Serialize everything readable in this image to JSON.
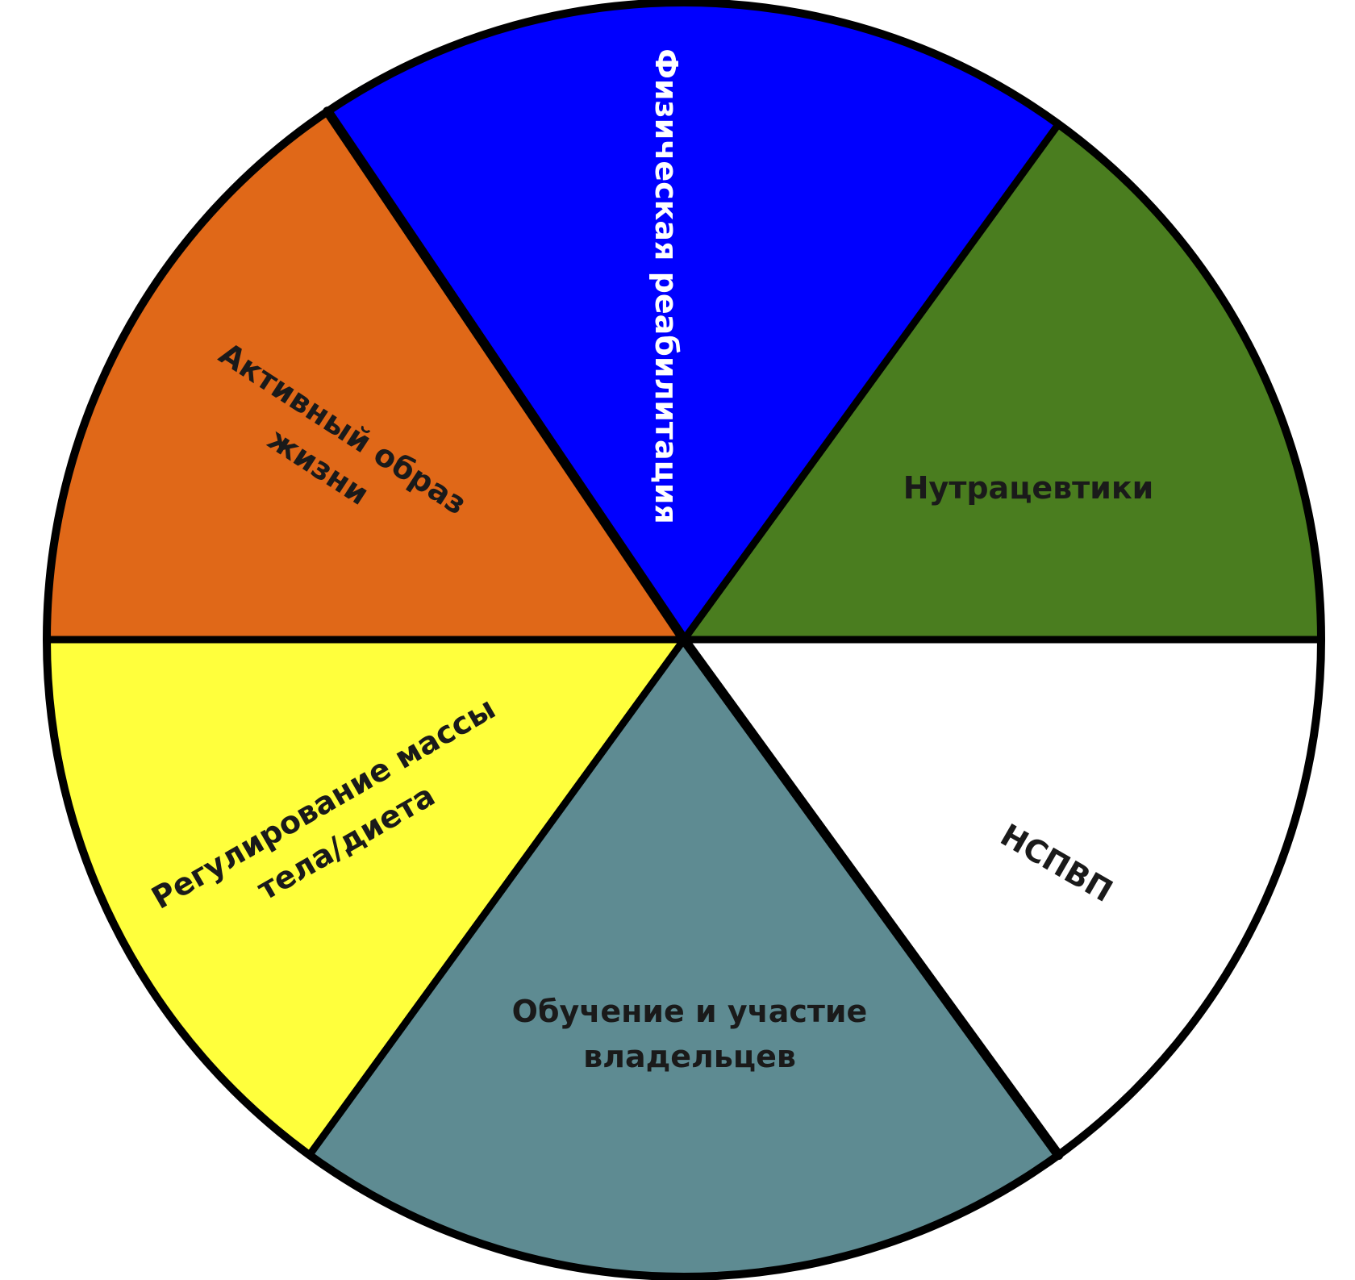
{
  "diagram": {
    "type": "segmented-wheel",
    "outline_color": "#000000",
    "segments": [
      {
        "id": "physio",
        "label_lines": [
          "Физическая реабилитация"
        ],
        "color": "#0000ff",
        "text_color": "#ffffff"
      },
      {
        "id": "nutra",
        "label_lines": [
          "Нутрацевтики"
        ],
        "color": "#4a7d1f",
        "text_color": "#1a1a1a"
      },
      {
        "id": "nsaid",
        "label_lines": [
          "НСПВП"
        ],
        "color": "#ffffff",
        "text_color": "#1a1a1a"
      },
      {
        "id": "education",
        "label_lines": [
          "Обучение и участие",
          "владельцев"
        ],
        "color": "#5e8b92",
        "text_color": "#1a1a1a"
      },
      {
        "id": "weight",
        "label_lines": [
          "Регулирование массы",
          "тела/диета"
        ],
        "color": "#ffff3c",
        "text_color": "#1a1a1a"
      },
      {
        "id": "lifestyle",
        "label_lines": [
          "Активный образ",
          "жизни"
        ],
        "color": "#e06818",
        "text_color": "#1a1a1a"
      }
    ]
  }
}
